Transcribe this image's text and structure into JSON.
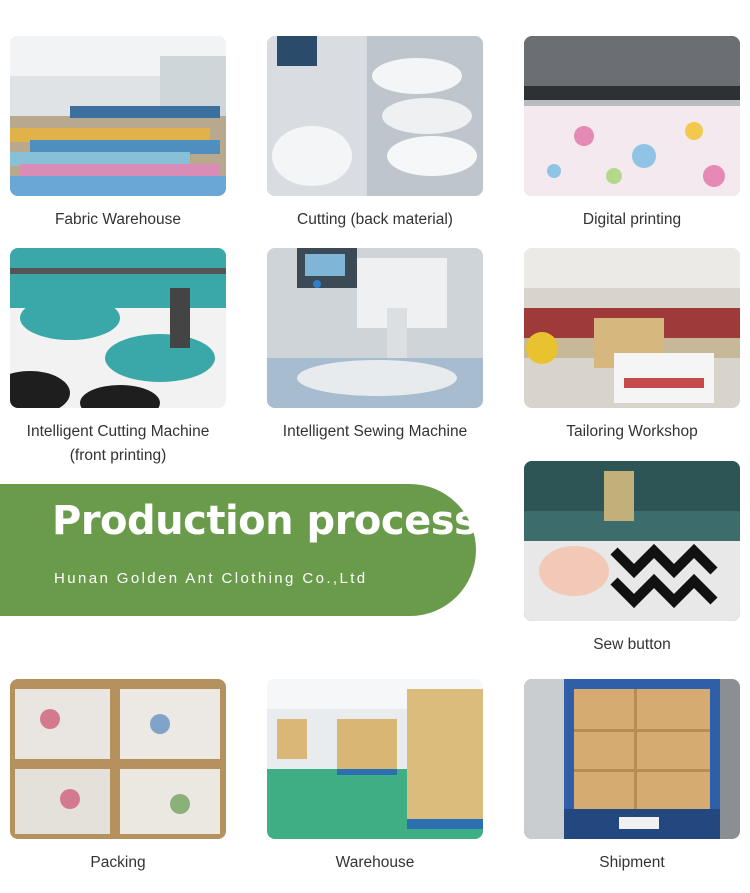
{
  "banner": {
    "title": "Production process",
    "subtitle": "Hunan Golden Ant Clothing Co.,Ltd",
    "color": "#699b4b"
  },
  "steps": [
    {
      "caption": "Fabric Warehouse"
    },
    {
      "caption": "Cutting (back material)"
    },
    {
      "caption": "Digital printing"
    },
    {
      "caption": "Intelligent Cutting Machine (front printing)"
    },
    {
      "caption": "Intelligent Sewing Machine"
    },
    {
      "caption": "Tailoring Workshop"
    },
    {
      "caption": "Sew button"
    },
    {
      "caption": "Packing"
    },
    {
      "caption": "Warehouse"
    },
    {
      "caption": "Shipment"
    }
  ]
}
